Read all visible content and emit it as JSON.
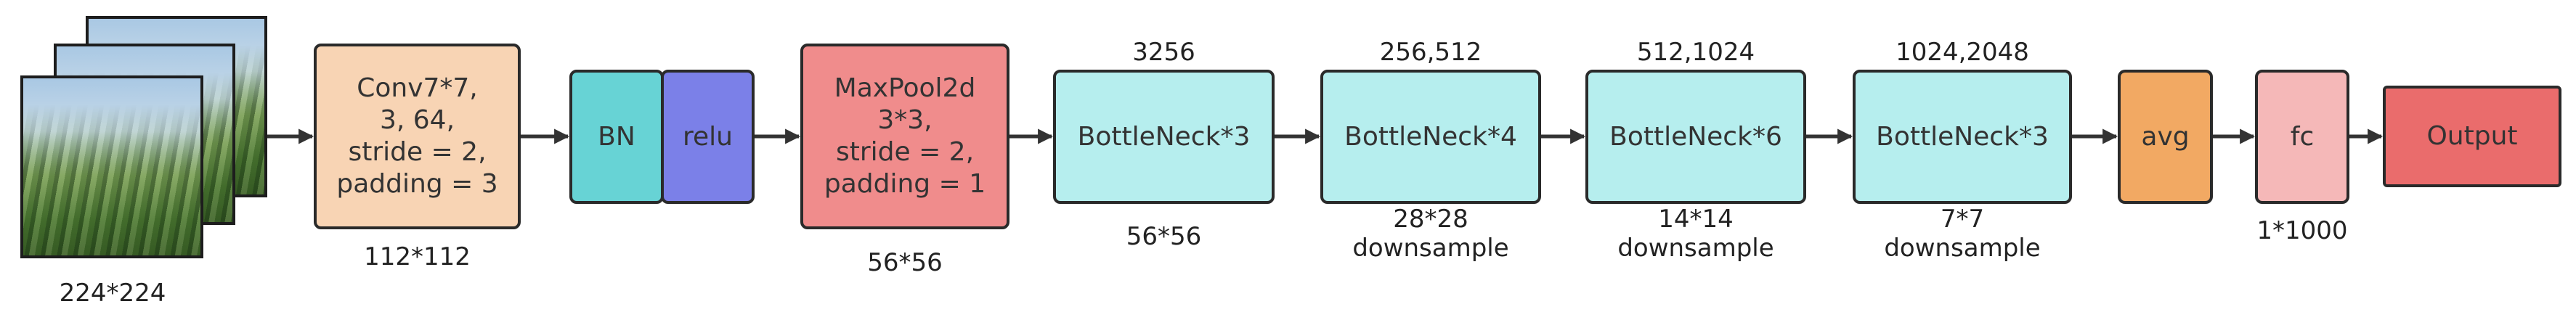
{
  "input": {
    "size_label": "224*224"
  },
  "conv": {
    "text": "Conv7*7,\n3, 64,\nstride = 2,\npadding = 3",
    "out_label": "112*112"
  },
  "bn": {
    "text": "BN"
  },
  "relu": {
    "text": "relu"
  },
  "maxpool": {
    "text": "MaxPool2d\n3*3,\nstride = 2,\npadding = 1",
    "out_label": "56*56"
  },
  "stages": [
    {
      "text": "BottleNeck*3",
      "channels": "3256",
      "out_label": "56*56"
    },
    {
      "text": "BottleNeck*4",
      "channels": "256,512",
      "out_label": "28*28\ndownsample"
    },
    {
      "text": "BottleNeck*6",
      "channels": "512,1024",
      "out_label": "14*14\ndownsample"
    },
    {
      "text": "BottleNeck*3",
      "channels": "1024,2048",
      "out_label": "7*7\ndownsample"
    }
  ],
  "avg": {
    "text": "avg"
  },
  "fc": {
    "text": "fc",
    "out_label": "1*1000"
  },
  "output": {
    "text": "Output"
  },
  "colors": {
    "conv": "#f8d4b4",
    "bn": "#67d3d5",
    "relu": "#7b80e8",
    "maxpool": "#f08c8c",
    "bottleneck": "#b6eeee",
    "avg": "#f2a963",
    "fc": "#f5b8b8",
    "output": "#ea6c6c"
  }
}
